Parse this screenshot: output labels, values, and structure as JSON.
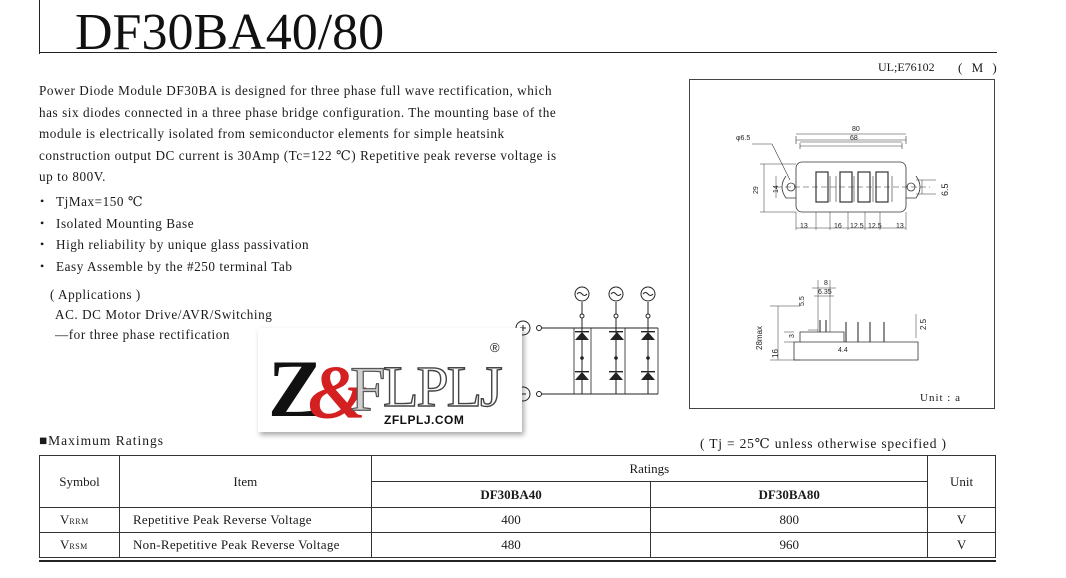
{
  "header": {
    "title": "DF30BA40/80",
    "ul": "UL;E76102",
    "package": "( M )"
  },
  "intro": {
    "lines": [
      "Power Diode Module DF30BA is designed for three phase full wave rectification, which",
      "has six diodes connected in a three phase bridge configuration. The mounting base of the",
      "module is electrically isolated from semiconductor elements for simple heatsink",
      "construction output DC current is 30Amp (Tc=122 ℃) Repetitive peak reverse voltage is",
      "up to 800V."
    ]
  },
  "features": [
    "TjMax=150 ℃",
    "Isolated Mounting Base",
    "High reliability by unique glass passivation",
    "Easy Assemble by the #250 terminal Tab"
  ],
  "applications": {
    "heading": "( Applications )",
    "line1": "AC. DC Motor Drive/AVR/Switching",
    "line2": "—for three phase rectification"
  },
  "logo": {
    "text": "Z&FLPLJ",
    "registered": "®",
    "url": "ZFLPLJ.COM"
  },
  "drawing": {
    "dims": [
      "80",
      "68",
      "φ6.5",
      "29",
      "14",
      "6.5",
      "13",
      "16",
      "12.5",
      "12.5",
      "13",
      "8",
      "6.35",
      "5.5",
      "28max",
      "16",
      "3",
      "4.4",
      "2.5"
    ],
    "unit_label": "Unit : a"
  },
  "ratings": {
    "section_title": "■Maximum Ratings",
    "condition": "( Tj = 25℃ unless otherwise specified )",
    "headers": {
      "symbol": "Symbol",
      "item": "Item",
      "ratings": "Ratings",
      "model_a": "DF30BA40",
      "model_b": "DF30BA80",
      "unit": "Unit"
    },
    "rows": [
      {
        "sym": "V",
        "sub": "RRM",
        "item": "Repetitive Peak Reverse Voltage",
        "a": "400",
        "b": "800",
        "unit": "V"
      },
      {
        "sym": "V",
        "sub": "RSM",
        "item": "Non-Repetitive Peak Reverse Voltage",
        "a": "480",
        "b": "960",
        "unit": "V"
      }
    ]
  },
  "colors": {
    "logo_red": "#d42020",
    "ink": "#1a1a1a"
  }
}
